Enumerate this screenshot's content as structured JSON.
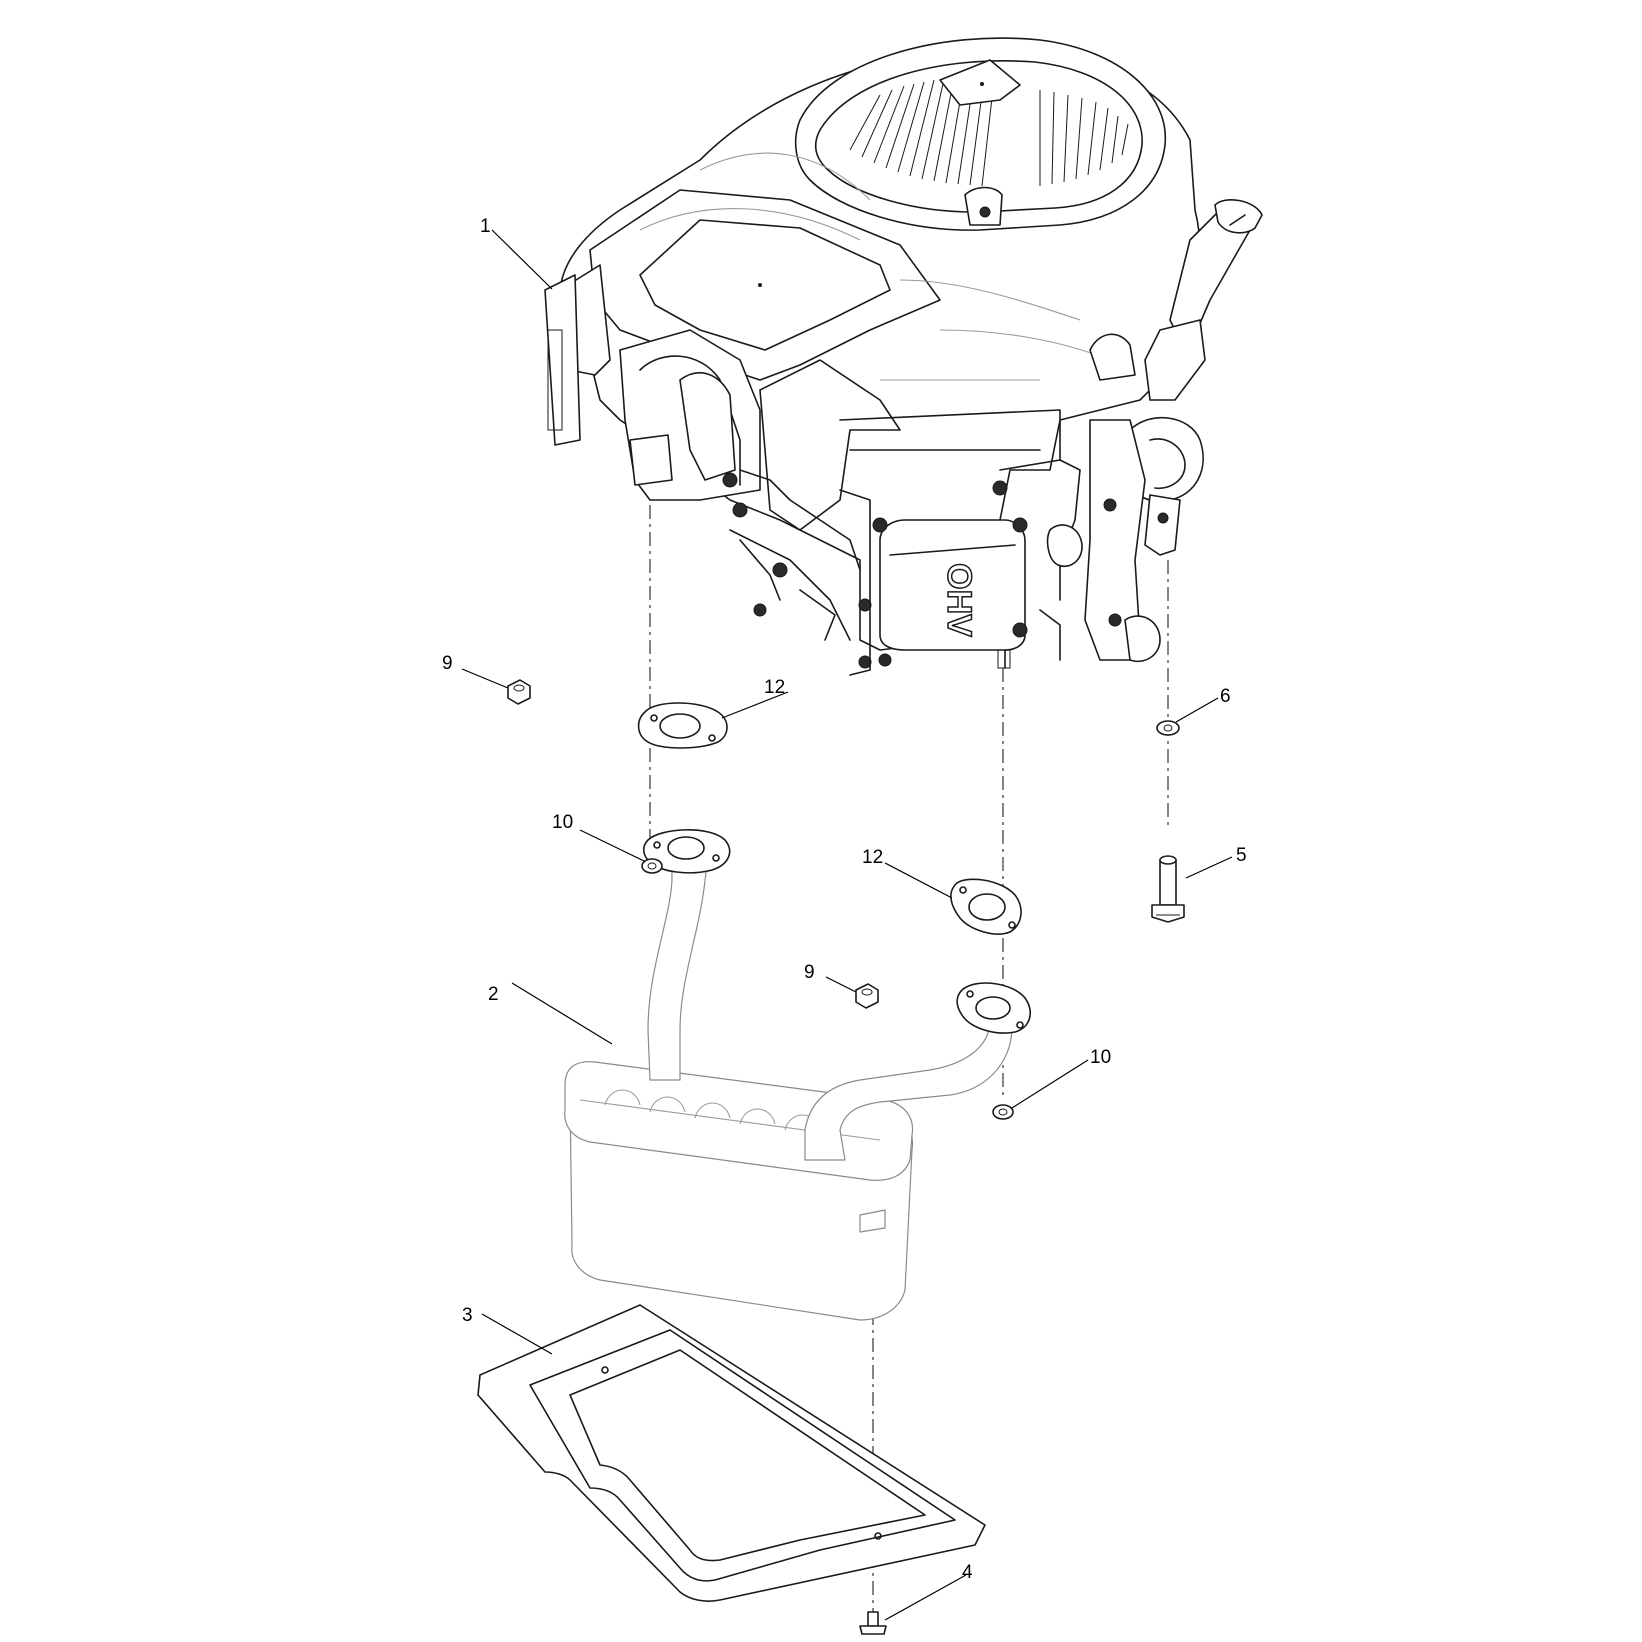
{
  "callouts": [
    {
      "key": "c1",
      "label": "1"
    },
    {
      "key": "c2",
      "label": "2"
    },
    {
      "key": "c3",
      "label": "3"
    },
    {
      "key": "c4",
      "label": "4"
    },
    {
      "key": "c5",
      "label": "5"
    },
    {
      "key": "c6",
      "label": "6"
    },
    {
      "key": "c9a",
      "label": "9"
    },
    {
      "key": "c9b",
      "label": "9"
    },
    {
      "key": "c10a",
      "label": "10"
    },
    {
      "key": "c10b",
      "label": "10"
    },
    {
      "key": "c12a",
      "label": "12"
    },
    {
      "key": "c12b",
      "label": "12"
    }
  ],
  "engine_marking": "OHV"
}
